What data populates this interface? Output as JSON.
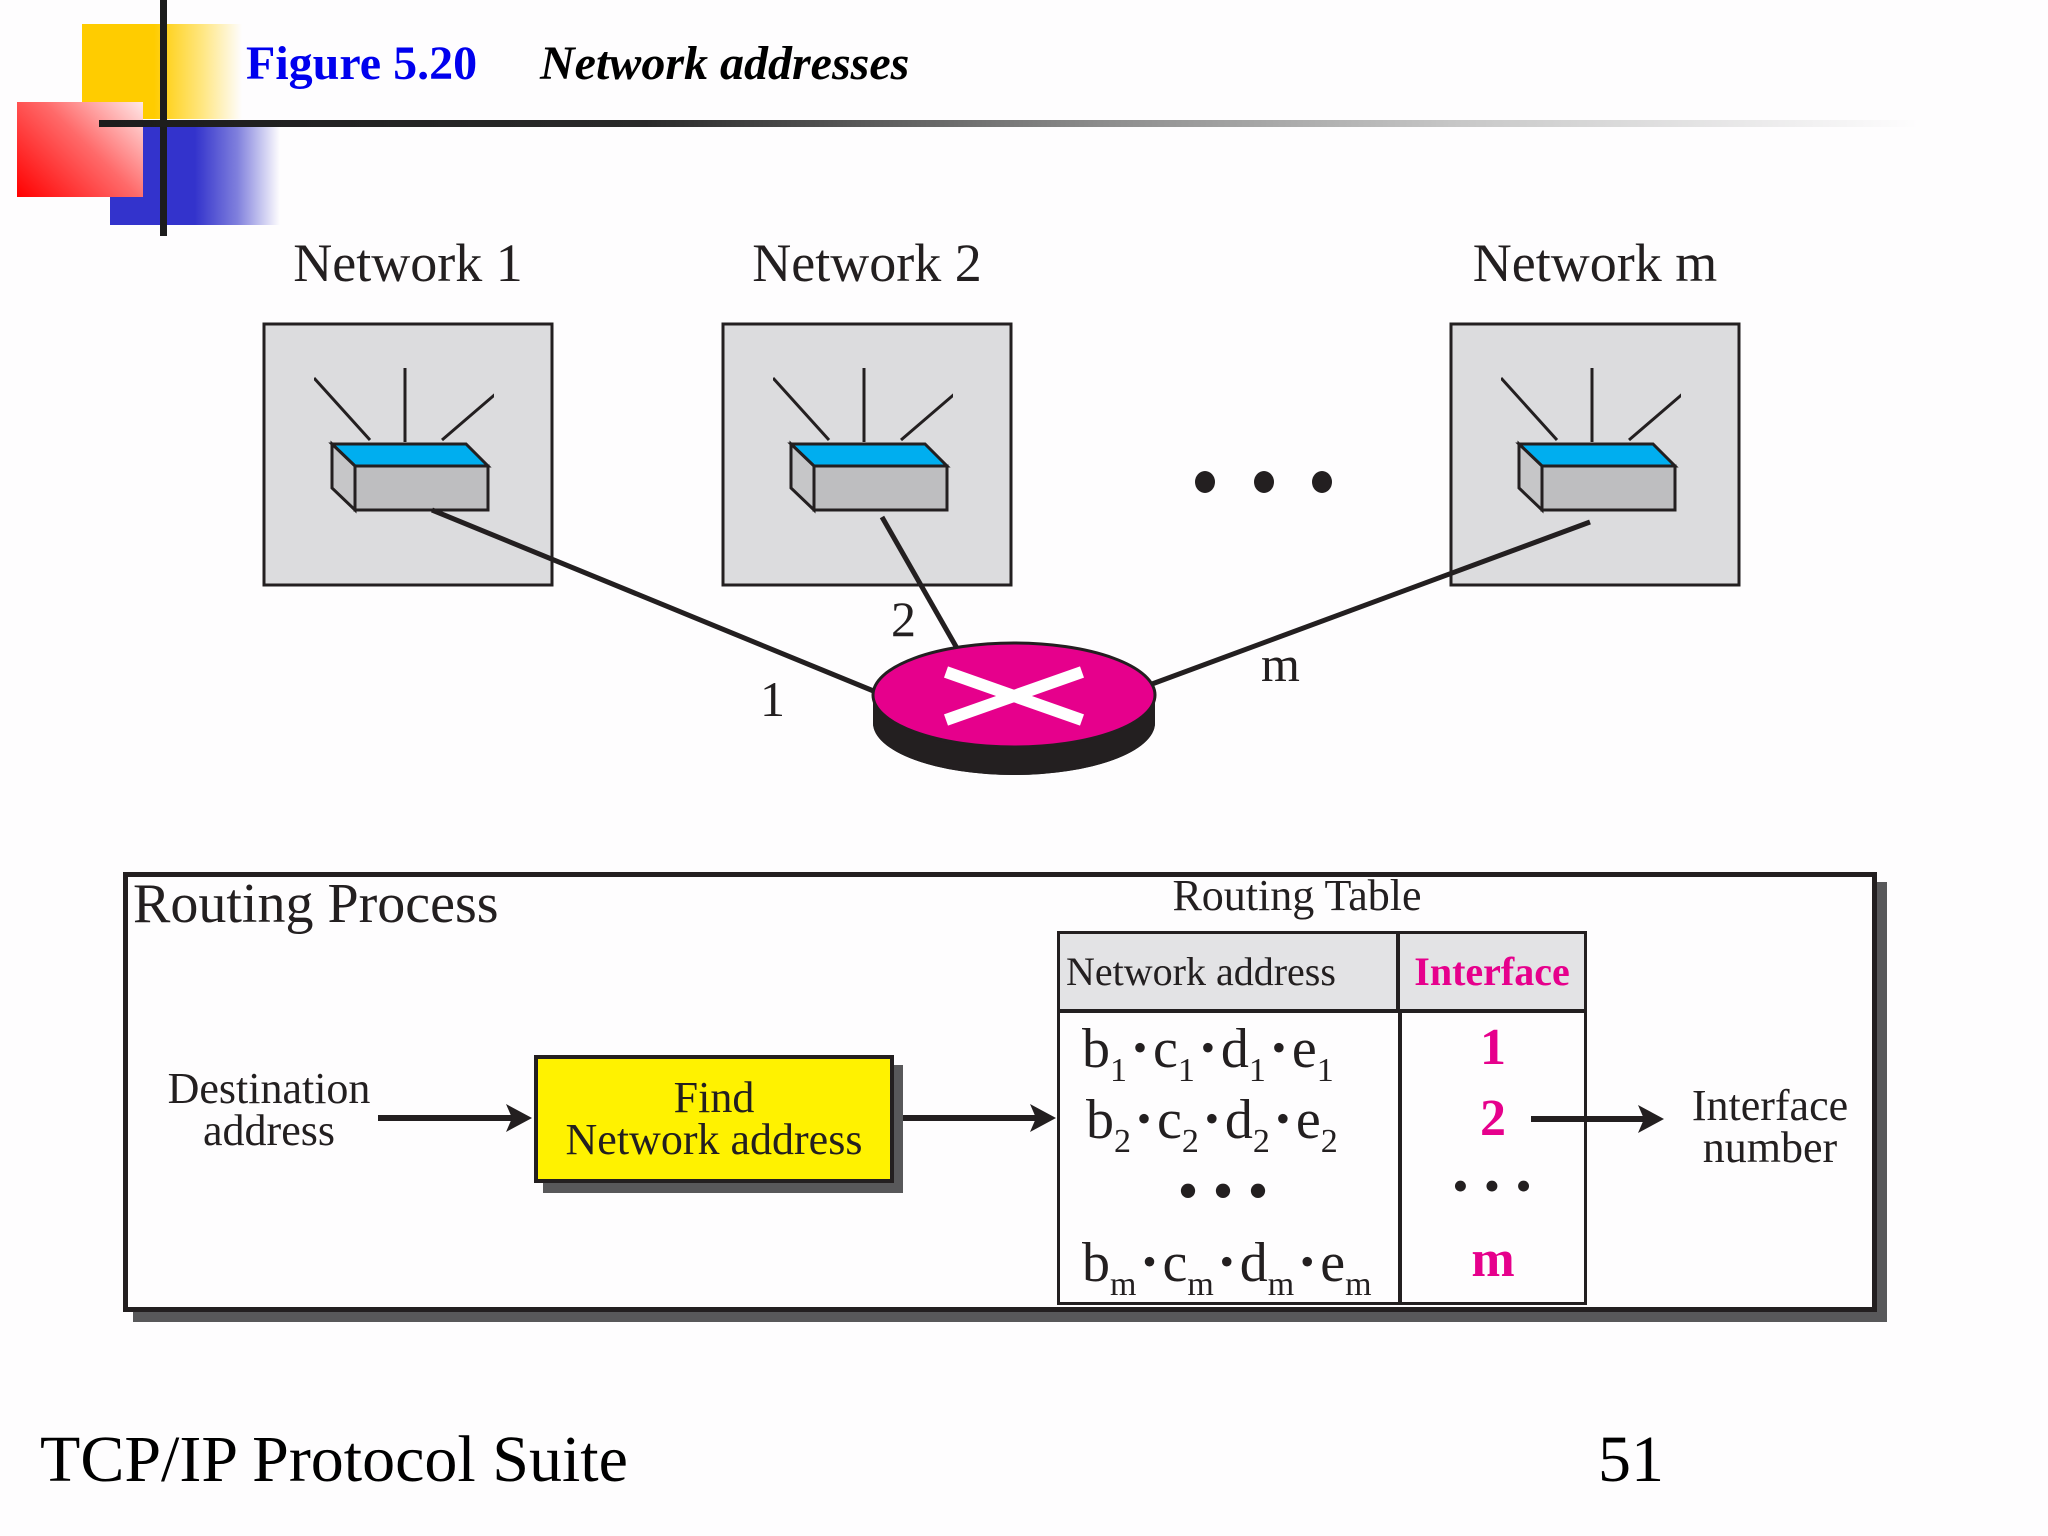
{
  "header": {
    "figure_number": "Figure 5.20",
    "figure_title": "Network addresses"
  },
  "topology": {
    "networks": [
      {
        "label": "Network 1",
        "link_label": "1"
      },
      {
        "label": "Network 2",
        "link_label": "2"
      },
      {
        "label": "Network m",
        "link_label": "m"
      }
    ],
    "ellipsis": "• • •",
    "router_icon": "router-icon",
    "switch_icon": "switch-icon"
  },
  "routing_process": {
    "title": "Routing Process",
    "input_label_line1": "Destination",
    "input_label_line2": "address",
    "step_line1": "Find",
    "step_line2": "Network address",
    "output_label_line1": "Interface",
    "output_label_line2": "number"
  },
  "routing_table": {
    "title": "Routing Table",
    "columns": [
      "Network address",
      "Interface"
    ],
    "rows": [
      {
        "address": [
          "b",
          "1",
          "c",
          "1",
          "d",
          "1",
          "e",
          "1"
        ],
        "interface": "1"
      },
      {
        "address": [
          "b",
          "2",
          "c",
          "2",
          "d",
          "2",
          "e",
          "2"
        ],
        "interface": "2"
      },
      {
        "address": [
          "b",
          "m",
          "c",
          "m",
          "d",
          "m",
          "e",
          "m"
        ],
        "interface": "m"
      }
    ],
    "ellipsis_address": "•••",
    "ellipsis_interface": "• • •"
  },
  "footer": {
    "left": "TCP/IP Protocol Suite",
    "page_number": "51"
  },
  "colors": {
    "title_blue": "#0000ee",
    "accent_magenta": "#e6008c",
    "switch_top": "#00aeef",
    "box_gray": "#dcdcde",
    "step_yellow": "#fff200"
  }
}
